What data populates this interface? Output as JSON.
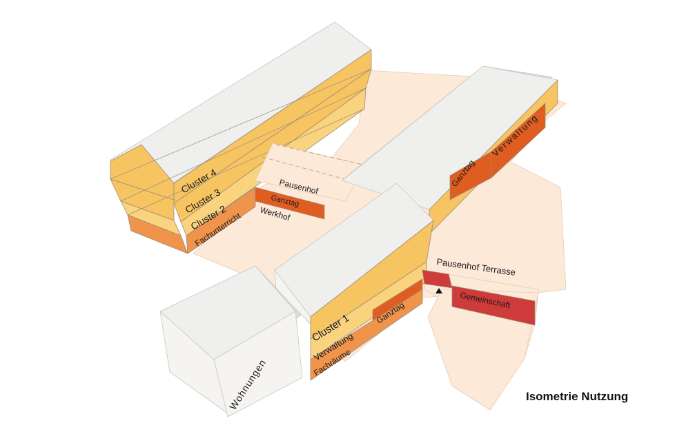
{
  "colors": {
    "roof": "#efefed",
    "roof_dark": "#dcdcd8",
    "roof_edge": "#c6c6c2",
    "white_side": "#f6f4f0",
    "ground": "#fde9d8",
    "ground_edge": "#e7ccb6",
    "yellow": "#f7c462",
    "yellow_light": "#f9d37d",
    "orange": "#f0944c",
    "dark_orange": "#e05d22",
    "red": "#cf3a3a",
    "outline": "#9a8a7a"
  },
  "labels": {
    "cluster4": "Cluster 4",
    "cluster3": "Cluster 3",
    "cluster2": "Cluster 2",
    "fachunterricht": "Fachunterricht",
    "pausenhof": "Pausenhof",
    "ganztag_top": "Ganztag",
    "werkhof": "Werkhof",
    "ganztag_right": "Ganztag",
    "verwaltung_right": "Verwaltung",
    "pausenhof_terrasse": "Pausenhof Terrasse",
    "gemeinschaft": "Gemeinschaft",
    "cluster1": "Cluster 1",
    "verwaltung_front": "Verwaltung",
    "ganztag_front": "Ganztag",
    "fachraeume": "Fachräume",
    "wohnungen": "Wohnungen"
  },
  "caption": "Isometrie Nutzung"
}
